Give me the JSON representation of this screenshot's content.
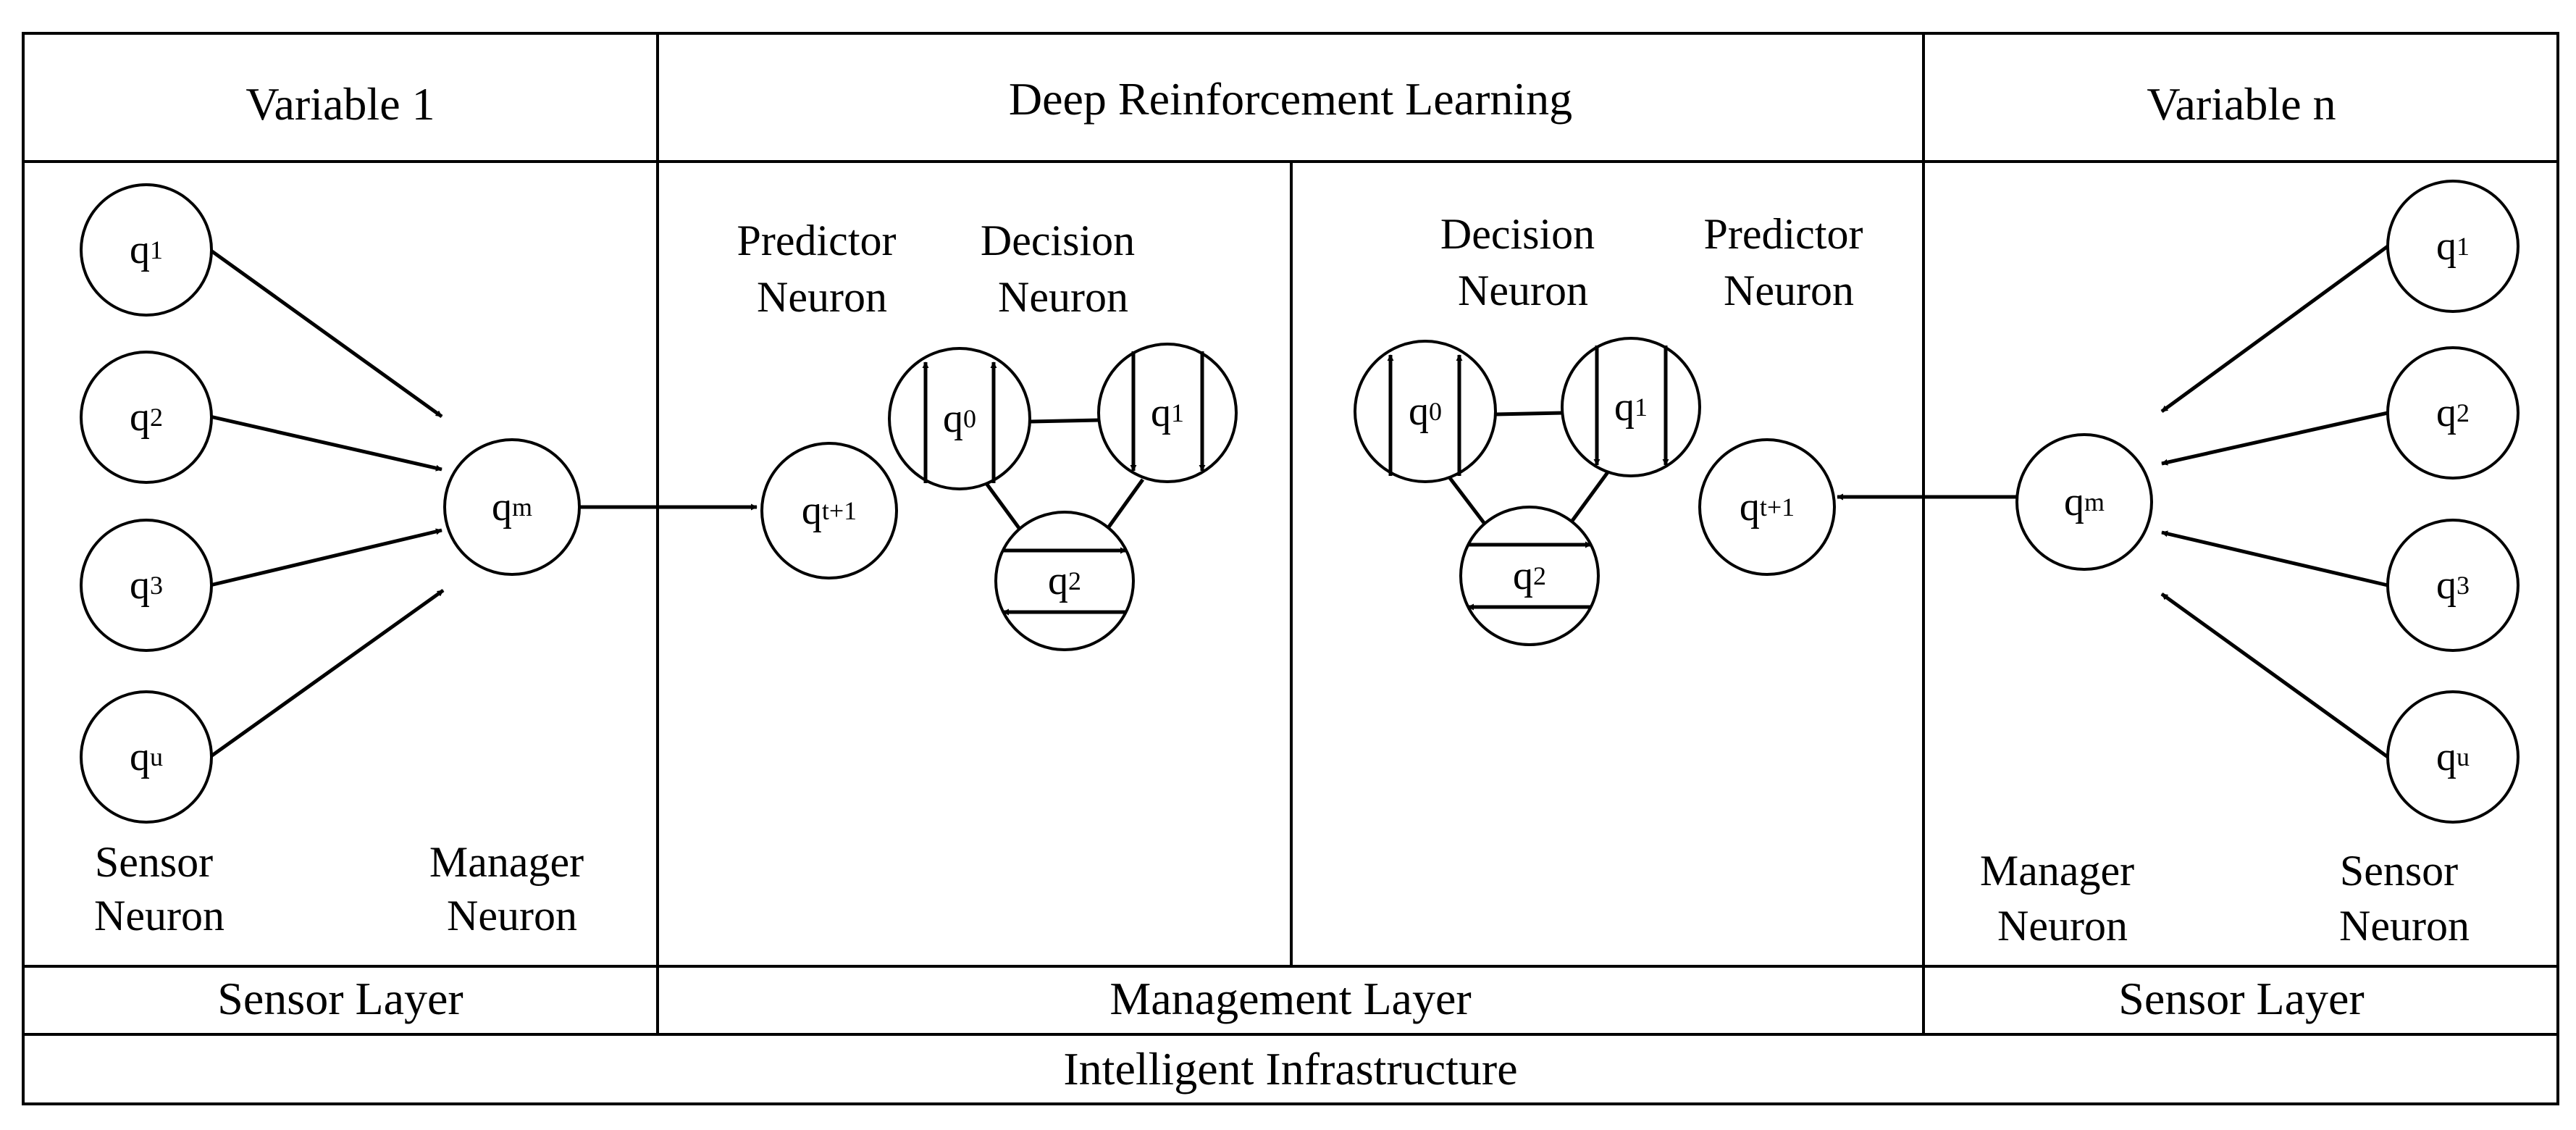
{
  "headers": {
    "left": "Variable 1",
    "center": "Deep Reinforcement Learning",
    "right": "Variable n"
  },
  "layers": {
    "left": "Sensor Layer",
    "center": "Management Layer",
    "right": "Sensor Layer",
    "bottom": "Intelligent Infrastructure"
  },
  "labels": {
    "sensor_line1": "Sensor",
    "neuron": "Neuron",
    "manager_line1": "Manager",
    "predictor_line1": "Predictor",
    "decision_line1": "Decision"
  },
  "nodes": {
    "q": "q",
    "sub_1": "1",
    "sub_2": "2",
    "sub_3": "3",
    "sub_u": "u",
    "sub_m": "m",
    "sub_0": "0",
    "sub_t1": "t+1"
  }
}
